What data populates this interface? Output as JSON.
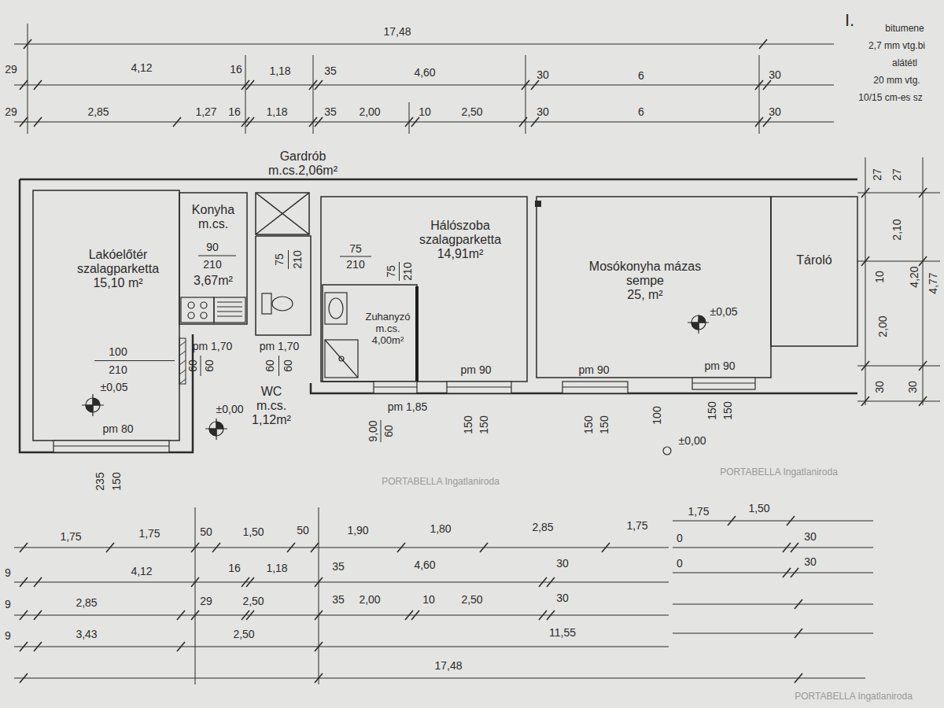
{
  "diagram": {
    "nodes": [
      {
        "text": [
          "Lakóelőtér szalagparketta",
          "15,10 m²"
        ]
      },
      {
        "text": [
          "Konyha m.cs.",
          "3,67m²"
        ]
      },
      {
        "text": [
          "Gardrób m.cs.2,06m²"
        ]
      },
      {
        "text": [
          "WC",
          "m.cs.",
          "1,12m²"
        ]
      },
      {
        "text": [
          "Zuhanyzó m.cs.",
          "4,00m²"
        ]
      },
      {
        "text": [
          "Hálószoba szalagparketta",
          "14,91m²"
        ]
      },
      {
        "text": [
          "Mosókonyha mázas sempe",
          "25, m²"
        ]
      },
      {
        "text": [
          "Tároló"
        ]
      }
    ],
    "labels": [
      "I.",
      "bitumene",
      "2,7 mm vtg.bi",
      "alátétl",
      "20 mm vtg.",
      "10/15 cm-es sz",
      "17,48",
      "29",
      "4,12",
      "16",
      "1,18",
      "35",
      "4,60",
      "30",
      "6",
      "30",
      "29",
      "2,85",
      "1,27",
      "16",
      "1,18",
      "35",
      "2,00",
      "10",
      "2,50",
      "30",
      "6",
      "30",
      "27",
      "27",
      "2,10",
      "10",
      "4,20",
      "4,77",
      "2,00",
      "30",
      "30",
      "90",
      "210",
      "75",
      "210",
      "75",
      "210",
      "75",
      "210",
      "100",
      "210",
      "pm 1,70",
      "pm 1,70",
      "60",
      "60",
      "60",
      "60",
      "±0,05",
      "pm 80",
      "±0,00",
      "pm 1,85",
      "9,00",
      "60",
      "pm 90",
      "pm 90",
      "pm 90",
      "150",
      "150",
      "150",
      "150",
      "150",
      "150",
      "100",
      "±0,00",
      "±0,05",
      "235",
      "150",
      "1,75",
      "1,75",
      "50",
      "1,50",
      "50",
      "1,90",
      "1,80",
      "2,85",
      "1,75",
      "1,75",
      "1,50",
      "9",
      "4,12",
      "16",
      "1,18",
      "35",
      "4,60",
      "30",
      "0",
      "30",
      "9",
      "2,85",
      "29",
      "2,50",
      "35",
      "2,00",
      "10",
      "2,50",
      "30",
      "0",
      "30",
      "9",
      "3,43",
      "2,50",
      "11,55",
      "17,48",
      "PORTABELLA Ingatlaniroda",
      "PORTABELLA Ingatlaniroda",
      "PORTABELLA Ingatlaniroda"
    ]
  }
}
